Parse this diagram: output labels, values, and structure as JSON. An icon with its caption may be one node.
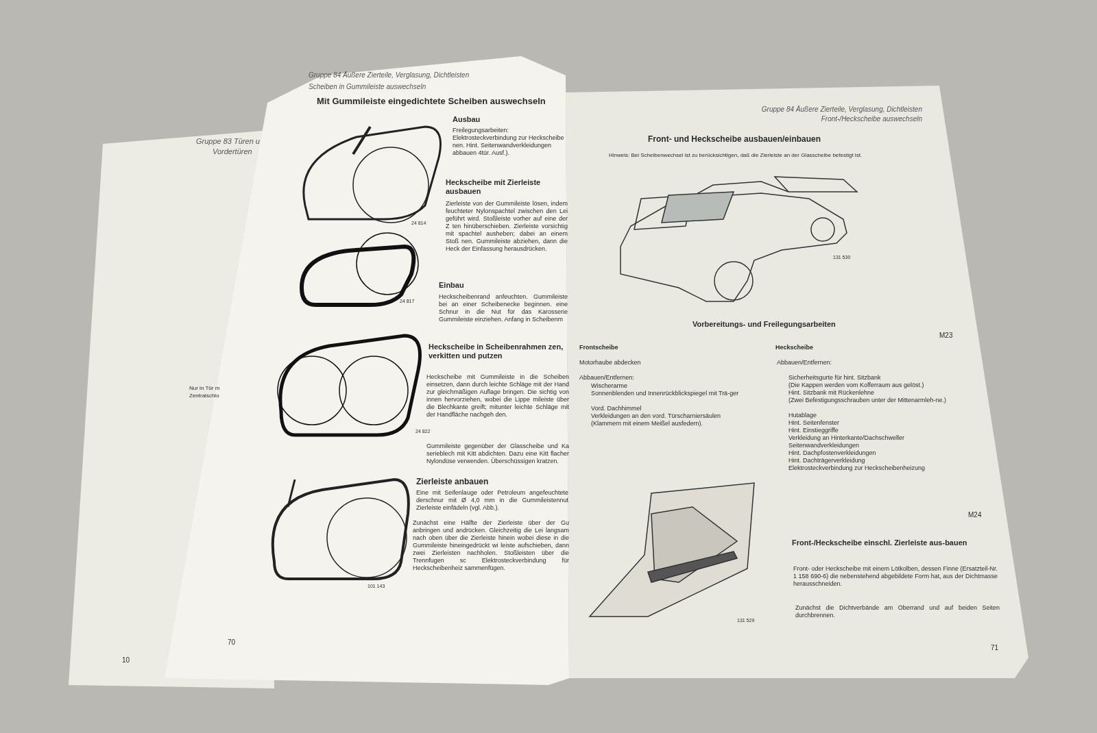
{
  "diagram": {
    "labels": [
      "Gruppe 83 Türen u",
      "Vordertüren",
      "Nur in Tür m",
      "Zentralschlo",
      "10",
      "Gruppe 84 Äußere Zierteile, Verglasung, Dichtleisten",
      "Scheiben in Gummileiste auswechseln",
      "Mit Gummileiste eingedichtete Scheiben auswechseln",
      "Ausbau",
      "Freilegungsarbeiten: Elektrosteckverbindung zur Heckscheibe nen. Hint. Seitenwandverkleidungen abbauen 4tür. Ausf.).",
      "Heckscheibe mit Zierleiste ausbauen",
      "Zierleiste von der Gummileiste lösen, indem feuchteter Nylonspachtel zwischen den Lei geführt wird. Stoßleiste vorher auf eine der Z ten hinüberschieben. Zierleiste vorsichtig mit spachtel ausheben; dabei an einem Stoß nen. Gummileiste abziehen, dann die Heck der Einfassung herausdrücken.",
      "Einbau",
      "Heckscheibenrand anfeuchten. Gummileiste bei an einer Scheibenecke beginnen. eine Schnur in die Nut für das Karosserie Gummileiste einziehen. Anfang in Scheibenm",
      "Heckscheibe in Scheibenrahmen zen, verkitten und putzen",
      "Heckscheibe mit Gummileiste in die Scheiben einsetzen, dann durch leichte Schläge mit der Hand zur gleichmäßigen Auflage bringen. Die sichtig von innen hervorziehen, wobei die Lippe mileiste über die Blechkante greift; mitunter leichte Schläge mit der Handfläche nachgeh den.",
      "Gummileiste gegenüber der Glasscheibe und Ka serieblech mit Kitt abdichten. Dazu eine Kitt flacher Nylondüse verwenden. Überschüssigen kratzen.",
      "Zierleiste anbauen",
      "Eine mit Seifenlauge oder Petroleum angefeuchtete derschnur mit Ø 4,0 mm in die Gummileistennut Zierleiste einfädeln (vgl. Abb.).",
      "Zunächst eine Hälfte der Zierleiste über der Gu anbringen und andrücken. Gleichzeitig die Lei langsam nach oben über die Zierleiste hinein wobei diese in die Gummileiste hineingedrückt wi leiste aufschieben, dann zwei Zierleisten nachholen. Stoßleisten über die Trennfugen sc Elektrosteckverbindung für Heckscheibenheiz sammenfügen.",
      "70",
      "24 814",
      "24 817",
      "24 822",
      "101 143",
      "Gruppe 84 Äußere Zierteile, Verglasung, Dichtleisten",
      "Front-/Heckscheibe auswechseln",
      "Front- und Heckscheibe ausbauen/einbauen",
      "Hinweis: Bei Scheibenwechsel ist zu berücksichtigen, daß die Zierleiste an der Glasscheibe befestigt ist.",
      "131 530",
      "Vorbereitungs- und Freilegungsarbeiten",
      "M23",
      "Frontscheibe",
      "Heckscheibe",
      "Motorhaube abdecken",
      "Abbauen/Entfernen:",
      "Wischerarme",
      "Sonnenblenden und Innenrückblickspiegel mit Trä-ger",
      "Vord. Dachhimmel",
      "Verkleidungen an den vord. Türscharniersäulen",
      "(Klammern mit einem Meißel ausfedern).",
      "Abbauen/Entfernen:",
      "Sicherheitsgurte für hint. Sitzbank",
      "(Die Kappen werden vom Kofferraum aus gelöst.)",
      "Hint. Sitzbank mit Rückenlehne",
      "(Zwei Befestigungsschrauben unter der Mittenarmleh-ne.)",
      "Hutablage",
      "Hint. Seitenfenster",
      "Hint. Einstieggriffe",
      "Verkleidung an Hinterkante/Dachschweller",
      "Seitenwandverkleidungen",
      "Hint. Dachpfostenverkleidungen",
      "Hint. Dachträgerverkleidung",
      "Elektrosteckverbindung zur Heckscheibenheizung",
      "M24",
      "Front-/Heckscheibe einschl. Zierleiste aus-bauen",
      "Front- oder Heckscheibe mit einem Lötkolben, dessen Finne (Ersatzteil-Nr. 1 158 690-6) die nebenstehend abgebildete Form hat, aus der Dichtmasse herausschneiden.",
      "Zunächst die Dichtverbände am Oberrand und auf beiden Seiten durchbrennen.",
      "131 529",
      "71"
    ]
  }
}
